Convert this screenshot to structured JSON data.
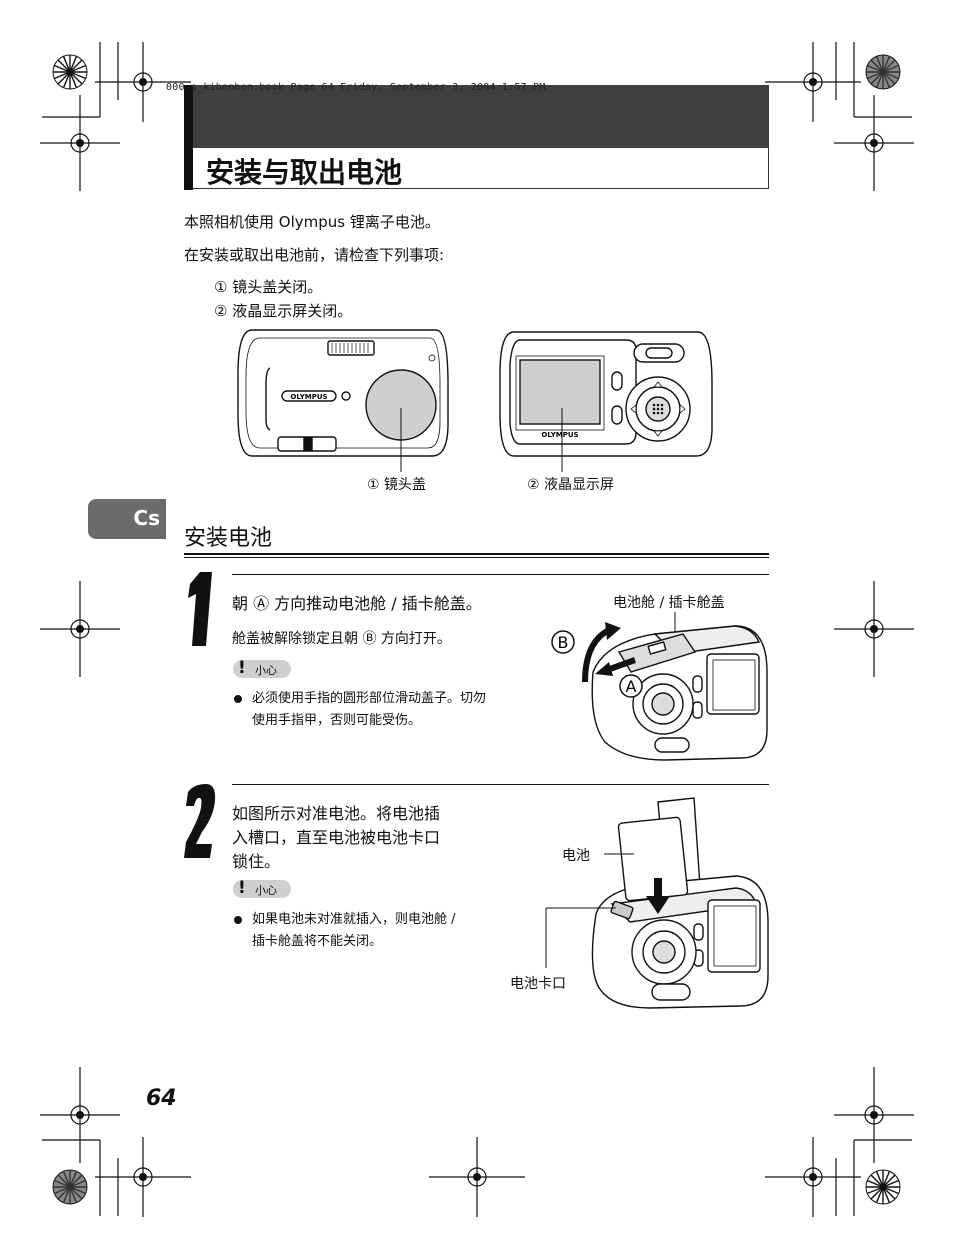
{
  "header": {
    "file_line": "000_s_kihonhen.book  Page 64  Friday, September 3, 2004  1:57 PM"
  },
  "title": "安装与取出电池",
  "intro": {
    "line1": "本照相机使用 Olympus 锂离子电池。",
    "line2": "在安装或取出电池前，请检查下列事项:",
    "check1": "① 镜头盖关闭。",
    "check2": "② 液晶显示屏关闭。"
  },
  "figure_top": {
    "brand_front": "OLYMPUS",
    "brand_back": "OLYMPUS",
    "caption1": "① 镜头盖",
    "caption2": "② 液晶显示屏"
  },
  "side_tab": {
    "label": "Cs"
  },
  "section": {
    "title": "安装电池"
  },
  "step1": {
    "number": "1",
    "instruction": "朝 Ⓐ 方向推动电池舱 / 插卡舱盖。",
    "detail": "舱盖被解除锁定且朝 Ⓑ 方向打开。",
    "caution_label": "小心",
    "bullet_line1": "必须使用手指的圆形部位滑动盖子。切勿",
    "bullet_line2": "使用手指甲，否则可能受伤。",
    "figure_label": "电池舱 / 插卡舱盖",
    "marker_a": "A",
    "marker_b": "B"
  },
  "step2": {
    "number": "2",
    "instruction_line1": "如图所示对准电池。将电池插",
    "instruction_line2": "入槽口，直至电池被电池卡口",
    "instruction_line3": "锁住。",
    "caution_label": "小心",
    "bullet_line1": "如果电池未对准就插入，则电池舱 /",
    "bullet_line2": "插卡舱盖将不能关闭。",
    "label_battery": "电池",
    "label_latch": "电池卡口"
  },
  "page_number": "64"
}
